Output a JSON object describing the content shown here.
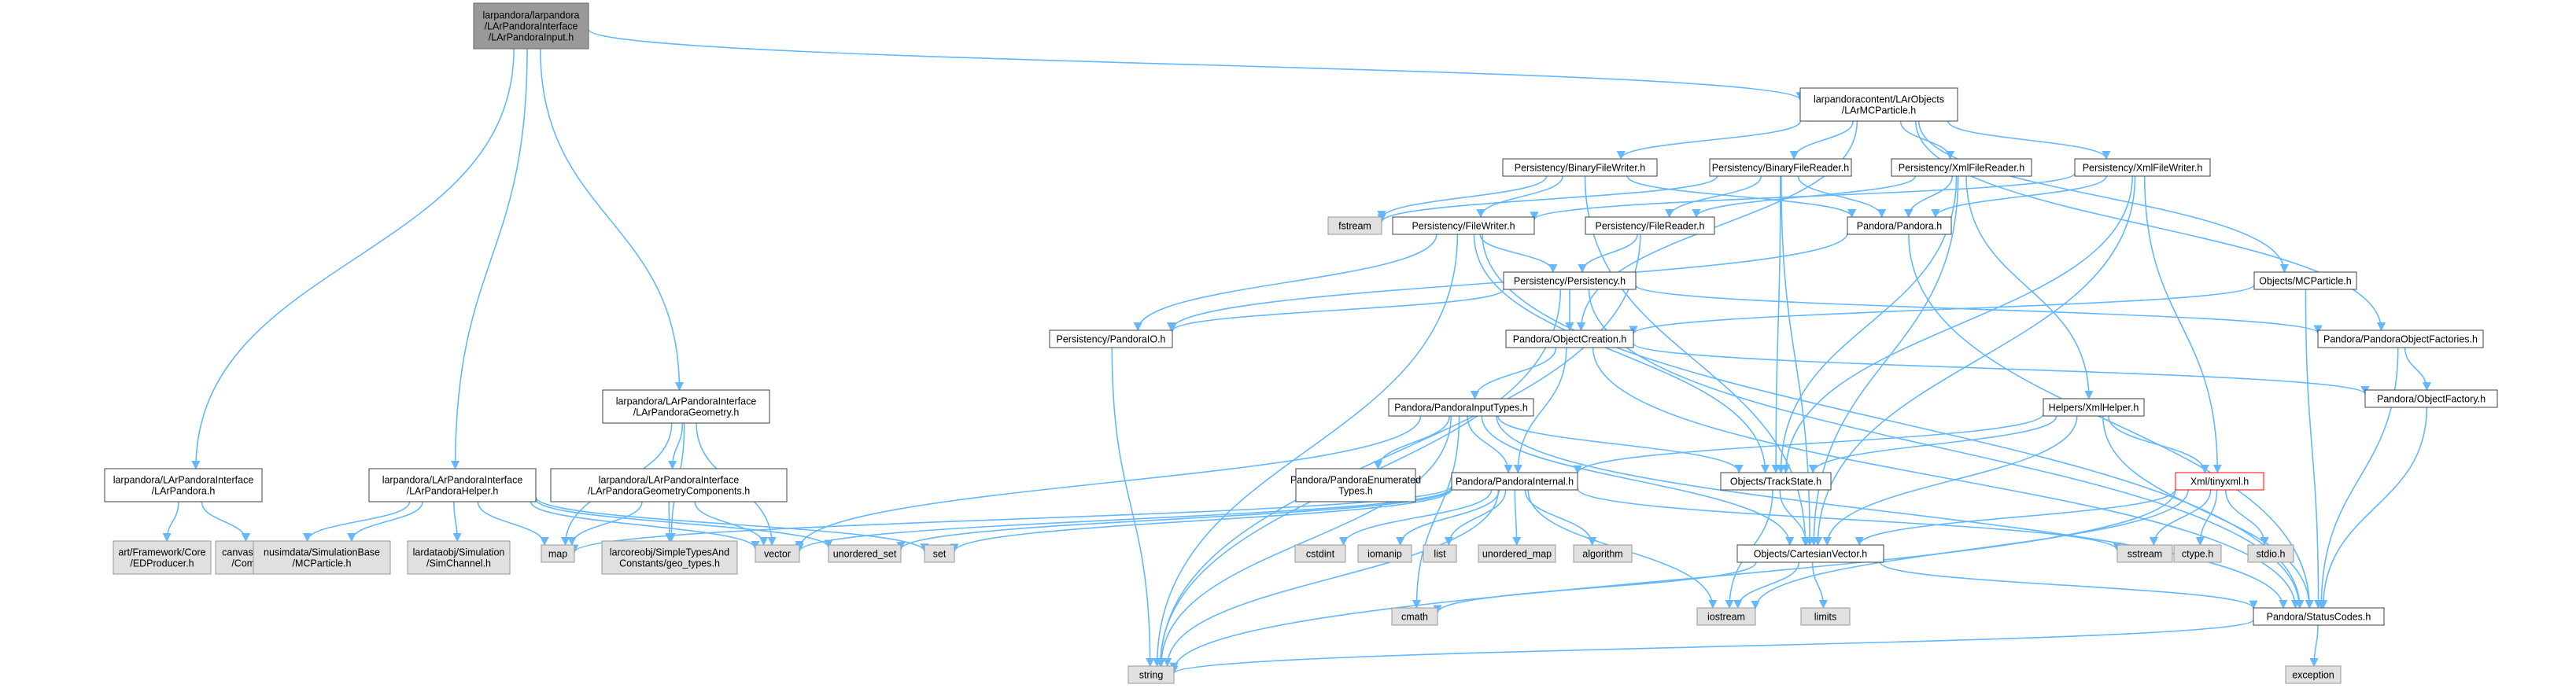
{
  "colors": {
    "edge": "#63b8ff",
    "node_fill": "#ffffff",
    "node_border": "#404040",
    "external_fill": "#e0e0e0",
    "external_border": "#999999",
    "root_fill": "#999999",
    "root_border": "#666666",
    "missing_border": "#ff0000"
  },
  "nodes": [
    {
      "id": "root",
      "kind": "root",
      "lines": [
        "larpandora/larpandora",
        "/LArPandoraInterface",
        "/LArPandoraInput.h"
      ]
    },
    {
      "id": "lar_mcparticle",
      "kind": "normal",
      "lines": [
        "larpandoracontent/LArObjects",
        "/LArMCParticle.h"
      ]
    },
    {
      "id": "binfilewriter",
      "kind": "normal",
      "lines": [
        "Persistency/BinaryFileWriter.h"
      ]
    },
    {
      "id": "binfilereader",
      "kind": "normal",
      "lines": [
        "Persistency/BinaryFileReader.h"
      ]
    },
    {
      "id": "xmlfilereader",
      "kind": "normal",
      "lines": [
        "Persistency/XmlFileReader.h"
      ]
    },
    {
      "id": "xmlfilewriter",
      "kind": "normal",
      "lines": [
        "Persistency/XmlFileWriter.h"
      ]
    },
    {
      "id": "fstream",
      "kind": "external",
      "lines": [
        "fstream"
      ]
    },
    {
      "id": "filewriter",
      "kind": "normal",
      "lines": [
        "Persistency/FileWriter.h"
      ]
    },
    {
      "id": "filereader",
      "kind": "normal",
      "lines": [
        "Persistency/FileReader.h"
      ]
    },
    {
      "id": "pandora",
      "kind": "normal",
      "lines": [
        "Pandora/Pandora.h"
      ]
    },
    {
      "id": "persistency",
      "kind": "normal",
      "lines": [
        "Persistency/Persistency.h"
      ]
    },
    {
      "id": "objects_mcparticle",
      "kind": "normal",
      "lines": [
        "Objects/MCParticle.h"
      ]
    },
    {
      "id": "pandoraio",
      "kind": "normal",
      "lines": [
        "Persistency/PandoraIO.h"
      ]
    },
    {
      "id": "objectcreation",
      "kind": "normal",
      "lines": [
        "Pandora/ObjectCreation.h"
      ]
    },
    {
      "id": "objectfactories",
      "kind": "normal",
      "lines": [
        "Pandora/PandoraObjectFactories.h"
      ]
    },
    {
      "id": "objectfactory",
      "kind": "normal",
      "lines": [
        "Pandora/ObjectFactory.h"
      ]
    },
    {
      "id": "lar_geometry",
      "kind": "normal",
      "lines": [
        "larpandora/LArPandoraInterface",
        "/LArPandoraGeometry.h"
      ]
    },
    {
      "id": "inputtypes",
      "kind": "normal",
      "lines": [
        "Pandora/PandoraInputTypes.h"
      ]
    },
    {
      "id": "xmlhelper",
      "kind": "normal",
      "lines": [
        "Helpers/XmlHelper.h"
      ]
    },
    {
      "id": "lar_pandora",
      "kind": "normal",
      "lines": [
        "larpandora/LArPandoraInterface",
        "/LArPandora.h"
      ]
    },
    {
      "id": "lar_helper",
      "kind": "normal",
      "lines": [
        "larpandora/LArPandoraInterface",
        "/LArPandoraHelper.h"
      ]
    },
    {
      "id": "lar_geomcomponents",
      "kind": "normal",
      "lines": [
        "larpandora/LArPandoraInterface",
        "/LArPandoraGeometryComponents.h"
      ]
    },
    {
      "id": "enumtypes",
      "kind": "normal",
      "lines": [
        "Pandora/PandoraEnumerated",
        "Types.h"
      ]
    },
    {
      "id": "internal",
      "kind": "normal",
      "lines": [
        "Pandora/PandoraInternal.h"
      ]
    },
    {
      "id": "trackstate",
      "kind": "normal",
      "lines": [
        "Objects/TrackState.h"
      ]
    },
    {
      "id": "tinyxml",
      "kind": "missing",
      "lines": [
        "Xml/tinyxml.h"
      ]
    },
    {
      "id": "edproducer",
      "kind": "external",
      "lines": [
        "art/Framework/Core",
        "/EDProducer.h"
      ]
    },
    {
      "id": "canvas_ptr",
      "kind": "external",
      "lines": [
        "canvas/Persistency",
        "/Common/Ptr.h"
      ]
    },
    {
      "id": "nusim_mc",
      "kind": "external",
      "lines": [
        "nusimdata/SimulationBase",
        "/MCParticle.h"
      ]
    },
    {
      "id": "simchannel",
      "kind": "external",
      "lines": [
        "lardataobj/Simulation",
        "/SimChannel.h"
      ]
    },
    {
      "id": "map",
      "kind": "external",
      "lines": [
        "map"
      ]
    },
    {
      "id": "geo_types",
      "kind": "external",
      "lines": [
        "larcoreobj/SimpleTypesAnd",
        "Constants/geo_types.h"
      ]
    },
    {
      "id": "vector",
      "kind": "external",
      "lines": [
        "vector"
      ]
    },
    {
      "id": "unordered_set",
      "kind": "external",
      "lines": [
        "unordered_set"
      ]
    },
    {
      "id": "set",
      "kind": "external",
      "lines": [
        "set"
      ]
    },
    {
      "id": "cstdint",
      "kind": "external",
      "lines": [
        "cstdint"
      ]
    },
    {
      "id": "iomanip",
      "kind": "external",
      "lines": [
        "iomanip"
      ]
    },
    {
      "id": "list",
      "kind": "external",
      "lines": [
        "list"
      ]
    },
    {
      "id": "unordered_map",
      "kind": "external",
      "lines": [
        "unordered_map"
      ]
    },
    {
      "id": "algorithm",
      "kind": "external",
      "lines": [
        "algorithm"
      ]
    },
    {
      "id": "cartesian",
      "kind": "normal",
      "lines": [
        "Objects/CartesianVector.h"
      ]
    },
    {
      "id": "sstream",
      "kind": "external",
      "lines": [
        "sstream"
      ]
    },
    {
      "id": "ctype",
      "kind": "external",
      "lines": [
        "ctype.h"
      ]
    },
    {
      "id": "stdio",
      "kind": "external",
      "lines": [
        "stdio.h"
      ]
    },
    {
      "id": "cmath",
      "kind": "external",
      "lines": [
        "cmath"
      ]
    },
    {
      "id": "iostream",
      "kind": "external",
      "lines": [
        "iostream"
      ]
    },
    {
      "id": "limits",
      "kind": "external",
      "lines": [
        "limits"
      ]
    },
    {
      "id": "statuscodes",
      "kind": "normal",
      "lines": [
        "Pandora/StatusCodes.h"
      ]
    },
    {
      "id": "string",
      "kind": "external",
      "lines": [
        "string"
      ]
    },
    {
      "id": "exception",
      "kind": "external",
      "lines": [
        "exception"
      ]
    }
  ],
  "edges": [
    [
      "root",
      "lar_mcparticle"
    ],
    [
      "root",
      "lar_pandora"
    ],
    [
      "root",
      "lar_helper"
    ],
    [
      "root",
      "lar_geometry"
    ],
    [
      "lar_mcparticle",
      "binfilewriter"
    ],
    [
      "lar_mcparticle",
      "binfilereader"
    ],
    [
      "lar_mcparticle",
      "xmlfilereader"
    ],
    [
      "lar_mcparticle",
      "xmlfilewriter"
    ],
    [
      "lar_mcparticle",
      "objects_mcparticle"
    ],
    [
      "lar_mcparticle",
      "objectfactories"
    ],
    [
      "lar_mcparticle",
      "objectcreation"
    ],
    [
      "binfilewriter",
      "fstream"
    ],
    [
      "binfilewriter",
      "filewriter"
    ],
    [
      "binfilewriter",
      "pandora"
    ],
    [
      "binfilewriter",
      "cartesian"
    ],
    [
      "binfilereader",
      "fstream"
    ],
    [
      "binfilereader",
      "filereader"
    ],
    [
      "binfilereader",
      "pandora"
    ],
    [
      "binfilereader",
      "trackstate"
    ],
    [
      "binfilereader",
      "cartesian"
    ],
    [
      "xmlfilereader",
      "filereader"
    ],
    [
      "xmlfilereader",
      "pandora"
    ],
    [
      "xmlfilereader",
      "xmlhelper"
    ],
    [
      "xmlfilereader",
      "trackstate"
    ],
    [
      "xmlfilereader",
      "cartesian"
    ],
    [
      "xmlfilewriter",
      "filewriter"
    ],
    [
      "xmlfilewriter",
      "pandora"
    ],
    [
      "xmlfilewriter",
      "tinyxml"
    ],
    [
      "xmlfilewriter",
      "trackstate"
    ],
    [
      "xmlfilewriter",
      "cartesian"
    ],
    [
      "filewriter",
      "persistency"
    ],
    [
      "filewriter",
      "pandoraio"
    ],
    [
      "filewriter",
      "statuscodes"
    ],
    [
      "filewriter",
      "string"
    ],
    [
      "filewriter",
      "trackstate"
    ],
    [
      "filereader",
      "persistency"
    ],
    [
      "filereader",
      "string"
    ],
    [
      "pandora",
      "pandoraio"
    ],
    [
      "pandora",
      "statuscodes"
    ],
    [
      "persistency",
      "pandoraio"
    ],
    [
      "persistency",
      "objectcreation"
    ],
    [
      "persistency",
      "objectfactories"
    ],
    [
      "persistency",
      "statuscodes"
    ],
    [
      "persistency",
      "string"
    ],
    [
      "objects_mcparticle",
      "objectcreation"
    ],
    [
      "objects_mcparticle",
      "statuscodes"
    ],
    [
      "pandoraio",
      "string"
    ],
    [
      "objectcreation",
      "inputtypes"
    ],
    [
      "objectcreation",
      "internal"
    ],
    [
      "objectcreation",
      "objectfactory"
    ],
    [
      "objectcreation",
      "statuscodes"
    ],
    [
      "objectfactories",
      "objectfactory"
    ],
    [
      "objectfactories",
      "statuscodes"
    ],
    [
      "objectfactory",
      "statuscodes"
    ],
    [
      "lar_pandora",
      "edproducer"
    ],
    [
      "lar_pandora",
      "canvas_ptr"
    ],
    [
      "lar_helper",
      "canvas_ptr"
    ],
    [
      "lar_helper",
      "nusim_mc"
    ],
    [
      "lar_helper",
      "simchannel"
    ],
    [
      "lar_helper",
      "map"
    ],
    [
      "lar_helper",
      "set"
    ],
    [
      "lar_helper",
      "unordered_set"
    ],
    [
      "lar_helper",
      "vector"
    ],
    [
      "lar_geometry",
      "lar_geomcomponents"
    ],
    [
      "lar_geometry",
      "geo_types"
    ],
    [
      "lar_geometry",
      "map"
    ],
    [
      "lar_geometry",
      "vector"
    ],
    [
      "lar_geomcomponents",
      "geo_types"
    ],
    [
      "lar_geomcomponents",
      "map"
    ],
    [
      "lar_geomcomponents",
      "vector"
    ],
    [
      "inputtypes",
      "enumtypes"
    ],
    [
      "inputtypes",
      "internal"
    ],
    [
      "inputtypes",
      "trackstate"
    ],
    [
      "inputtypes",
      "cartesian"
    ],
    [
      "inputtypes",
      "statuscodes"
    ],
    [
      "inputtypes",
      "string"
    ],
    [
      "inputtypes",
      "vector"
    ],
    [
      "inputtypes",
      "cmath"
    ],
    [
      "xmlhelper",
      "internal"
    ],
    [
      "xmlhelper",
      "trackstate"
    ],
    [
      "xmlhelper",
      "cartesian"
    ],
    [
      "xmlhelper",
      "tinyxml"
    ],
    [
      "xmlhelper",
      "statuscodes"
    ],
    [
      "internal",
      "cstdint"
    ],
    [
      "internal",
      "iomanip"
    ],
    [
      "internal",
      "list"
    ],
    [
      "internal",
      "unordered_map"
    ],
    [
      "internal",
      "algorithm"
    ],
    [
      "internal",
      "map"
    ],
    [
      "internal",
      "set"
    ],
    [
      "internal",
      "unordered_set"
    ],
    [
      "internal",
      "vector"
    ],
    [
      "internal",
      "sstream"
    ],
    [
      "internal",
      "string"
    ],
    [
      "internal",
      "iostream"
    ],
    [
      "trackstate",
      "cartesian"
    ],
    [
      "trackstate",
      "iostream"
    ],
    [
      "tinyxml",
      "ctype"
    ],
    [
      "tinyxml",
      "stdio"
    ],
    [
      "tinyxml",
      "string"
    ],
    [
      "tinyxml",
      "iostream"
    ],
    [
      "tinyxml",
      "sstream"
    ],
    [
      "tinyxml",
      "cartesian"
    ],
    [
      "cartesian",
      "cmath"
    ],
    [
      "cartesian",
      "iostream"
    ],
    [
      "cartesian",
      "limits"
    ],
    [
      "cartesian",
      "statuscodes"
    ],
    [
      "statuscodes",
      "exception"
    ],
    [
      "statuscodes",
      "string"
    ]
  ]
}
